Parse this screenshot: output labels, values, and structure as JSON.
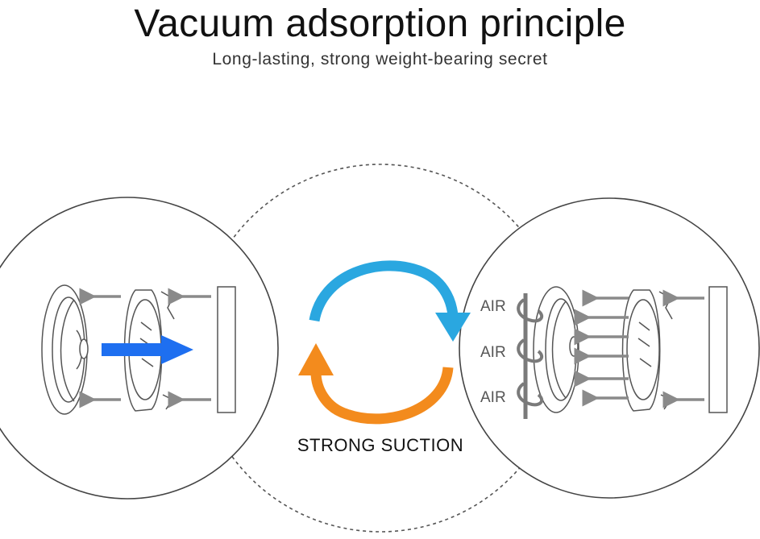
{
  "header": {
    "title": "Vacuum adsorption principle",
    "subtitle": "Long-lasting, strong weight-bearing secret"
  },
  "diagram": {
    "air_labels": [
      "AIR",
      "AIR",
      "AIR"
    ],
    "center_caption": "STRONG SUCTION",
    "colors": {
      "cycle_top": "#2aa7e0",
      "cycle_bottom": "#f38b1d",
      "push_arrow": "#1e6ff0",
      "gray_arrow": "#8a8a8a",
      "outline": "#444444"
    }
  }
}
